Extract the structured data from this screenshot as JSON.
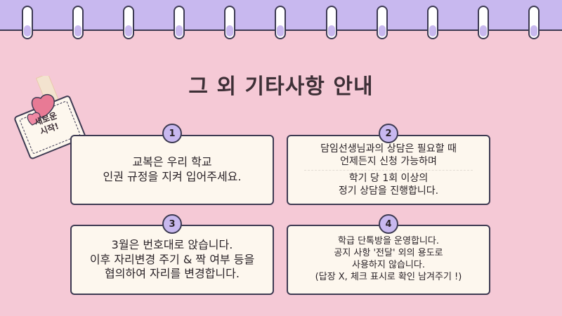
{
  "title": "그 외 기타사항 안내",
  "sticker": {
    "line1": "새로운",
    "line2": "시작!"
  },
  "colors": {
    "background": "#f5c9d6",
    "band": "#c8b8ef",
    "card": "#fdf7ee",
    "outline": "#3d3a52"
  },
  "cards": [
    {
      "number": "1",
      "lines": [
        "교복은 우리 학교",
        "인권 규정을 지켜 입어주세요."
      ]
    },
    {
      "number": "2",
      "lines": [
        "담임선생님과의 상담은 필요할 때",
        "언제든지 신청 가능하며",
        "학기 당 1회 이상의",
        "정기 상담을 진행합니다."
      ]
    },
    {
      "number": "3",
      "lines": [
        "3월은 번호대로 앉습니다.",
        "이후 자리변경 주기 & 짝 여부 등을",
        "협의하여 자리를 변경합니다."
      ]
    },
    {
      "number": "4",
      "lines": [
        "학급 단톡방을 운영합니다.",
        "공지 사항 '전달' 외의 용도로",
        "사용하지 않습니다.",
        "(답장 X, 체크 표시로 확인 남겨주기 !)"
      ]
    }
  ]
}
